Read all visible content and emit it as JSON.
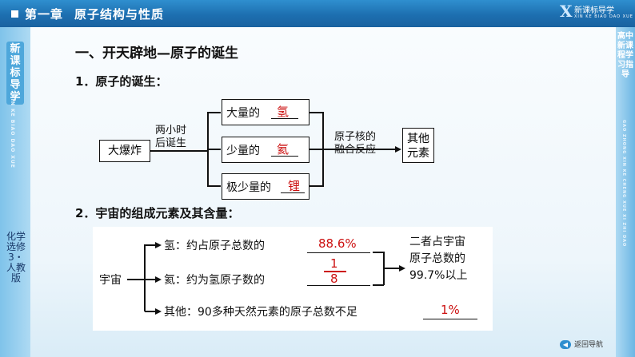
{
  "header": {
    "chapter": "第一章",
    "title": "原子结构与性质"
  },
  "logo": {
    "letter": "X",
    "text": "新课标导学",
    "pinyin": "XIN KE BIAO DAO XUE"
  },
  "left_side": {
    "brand": "新课标导学",
    "brand_pinyin": "XIN KE BIAO DAO XUE",
    "course": "化学选修3・人教版"
  },
  "right_side": {
    "brand": "高中新课程学习指导",
    "brand_pinyin": "GAO ZHONG XIN KE CHENG XUE XI ZHI DAO"
  },
  "section": {
    "title": "一、开天辟地—原子的诞生"
  },
  "part1": {
    "heading": "1．原子的诞生：",
    "start": "大爆炸",
    "step1": "两小时\n后诞生",
    "branches": [
      {
        "label": "大量的",
        "answer": "氢"
      },
      {
        "label": "少量的",
        "answer": "氦"
      },
      {
        "label": "极少量的",
        "answer": "锂"
      }
    ],
    "step2": "原子核的\n融合反应",
    "end": "其他\n元素"
  },
  "part2": {
    "heading": "2．宇宙的组成元素及其含量：",
    "root": "宇宙",
    "rows": [
      {
        "label": "氢：约占原子总数的",
        "answer": "88.6%"
      },
      {
        "label": "氦：约为氢原子数的",
        "numerator": "1",
        "denominator": "8"
      },
      {
        "label": "其他：90多种天然元素的原子总数不足",
        "answer": "1%"
      }
    ],
    "summary": "二者占宇宙\n原子总数的\n99.7%以上"
  },
  "footer": {
    "nav": "返回导航"
  },
  "colors": {
    "accent": "#1d6fb0",
    "answer": "#cc1111"
  }
}
